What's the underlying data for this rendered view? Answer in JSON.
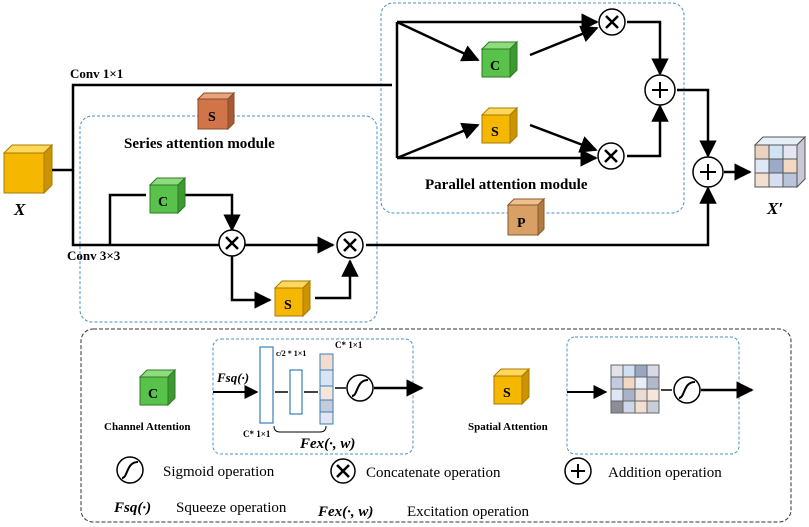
{
  "labels": {
    "input": "X",
    "output": "X′",
    "conv1": "Conv 1×1",
    "conv3": "Conv 3×3",
    "series_module": "Series attention module",
    "parallel_module": "Parallel attention module"
  },
  "blocks": {
    "channel": "C",
    "spatial": "S",
    "parallel": "P"
  },
  "legend": {
    "channel_attention": "Channel Attention",
    "spatial_attention": "Spatial Attention",
    "fsq": "Fsq(·)",
    "fex": "Fex(·, w)",
    "dim_in": "C* 1×1",
    "dim_mid": "c/2 * 1×1",
    "dim_out": "C* 1×1",
    "sigmoid": "Sigmoid operation",
    "concatenate": "Concatenate operation",
    "addition": "Addition operation",
    "squeeze": "Squeeze operation",
    "excitation": "Excitation operation"
  },
  "colors": {
    "channel_cube": "#59c24a",
    "spatial_cube": "#f5b700",
    "input_cube": "#f5b700",
    "series_cube": "#d0744a",
    "parallel_cube": "#d9a066",
    "module_border": "#4a8fc6"
  }
}
